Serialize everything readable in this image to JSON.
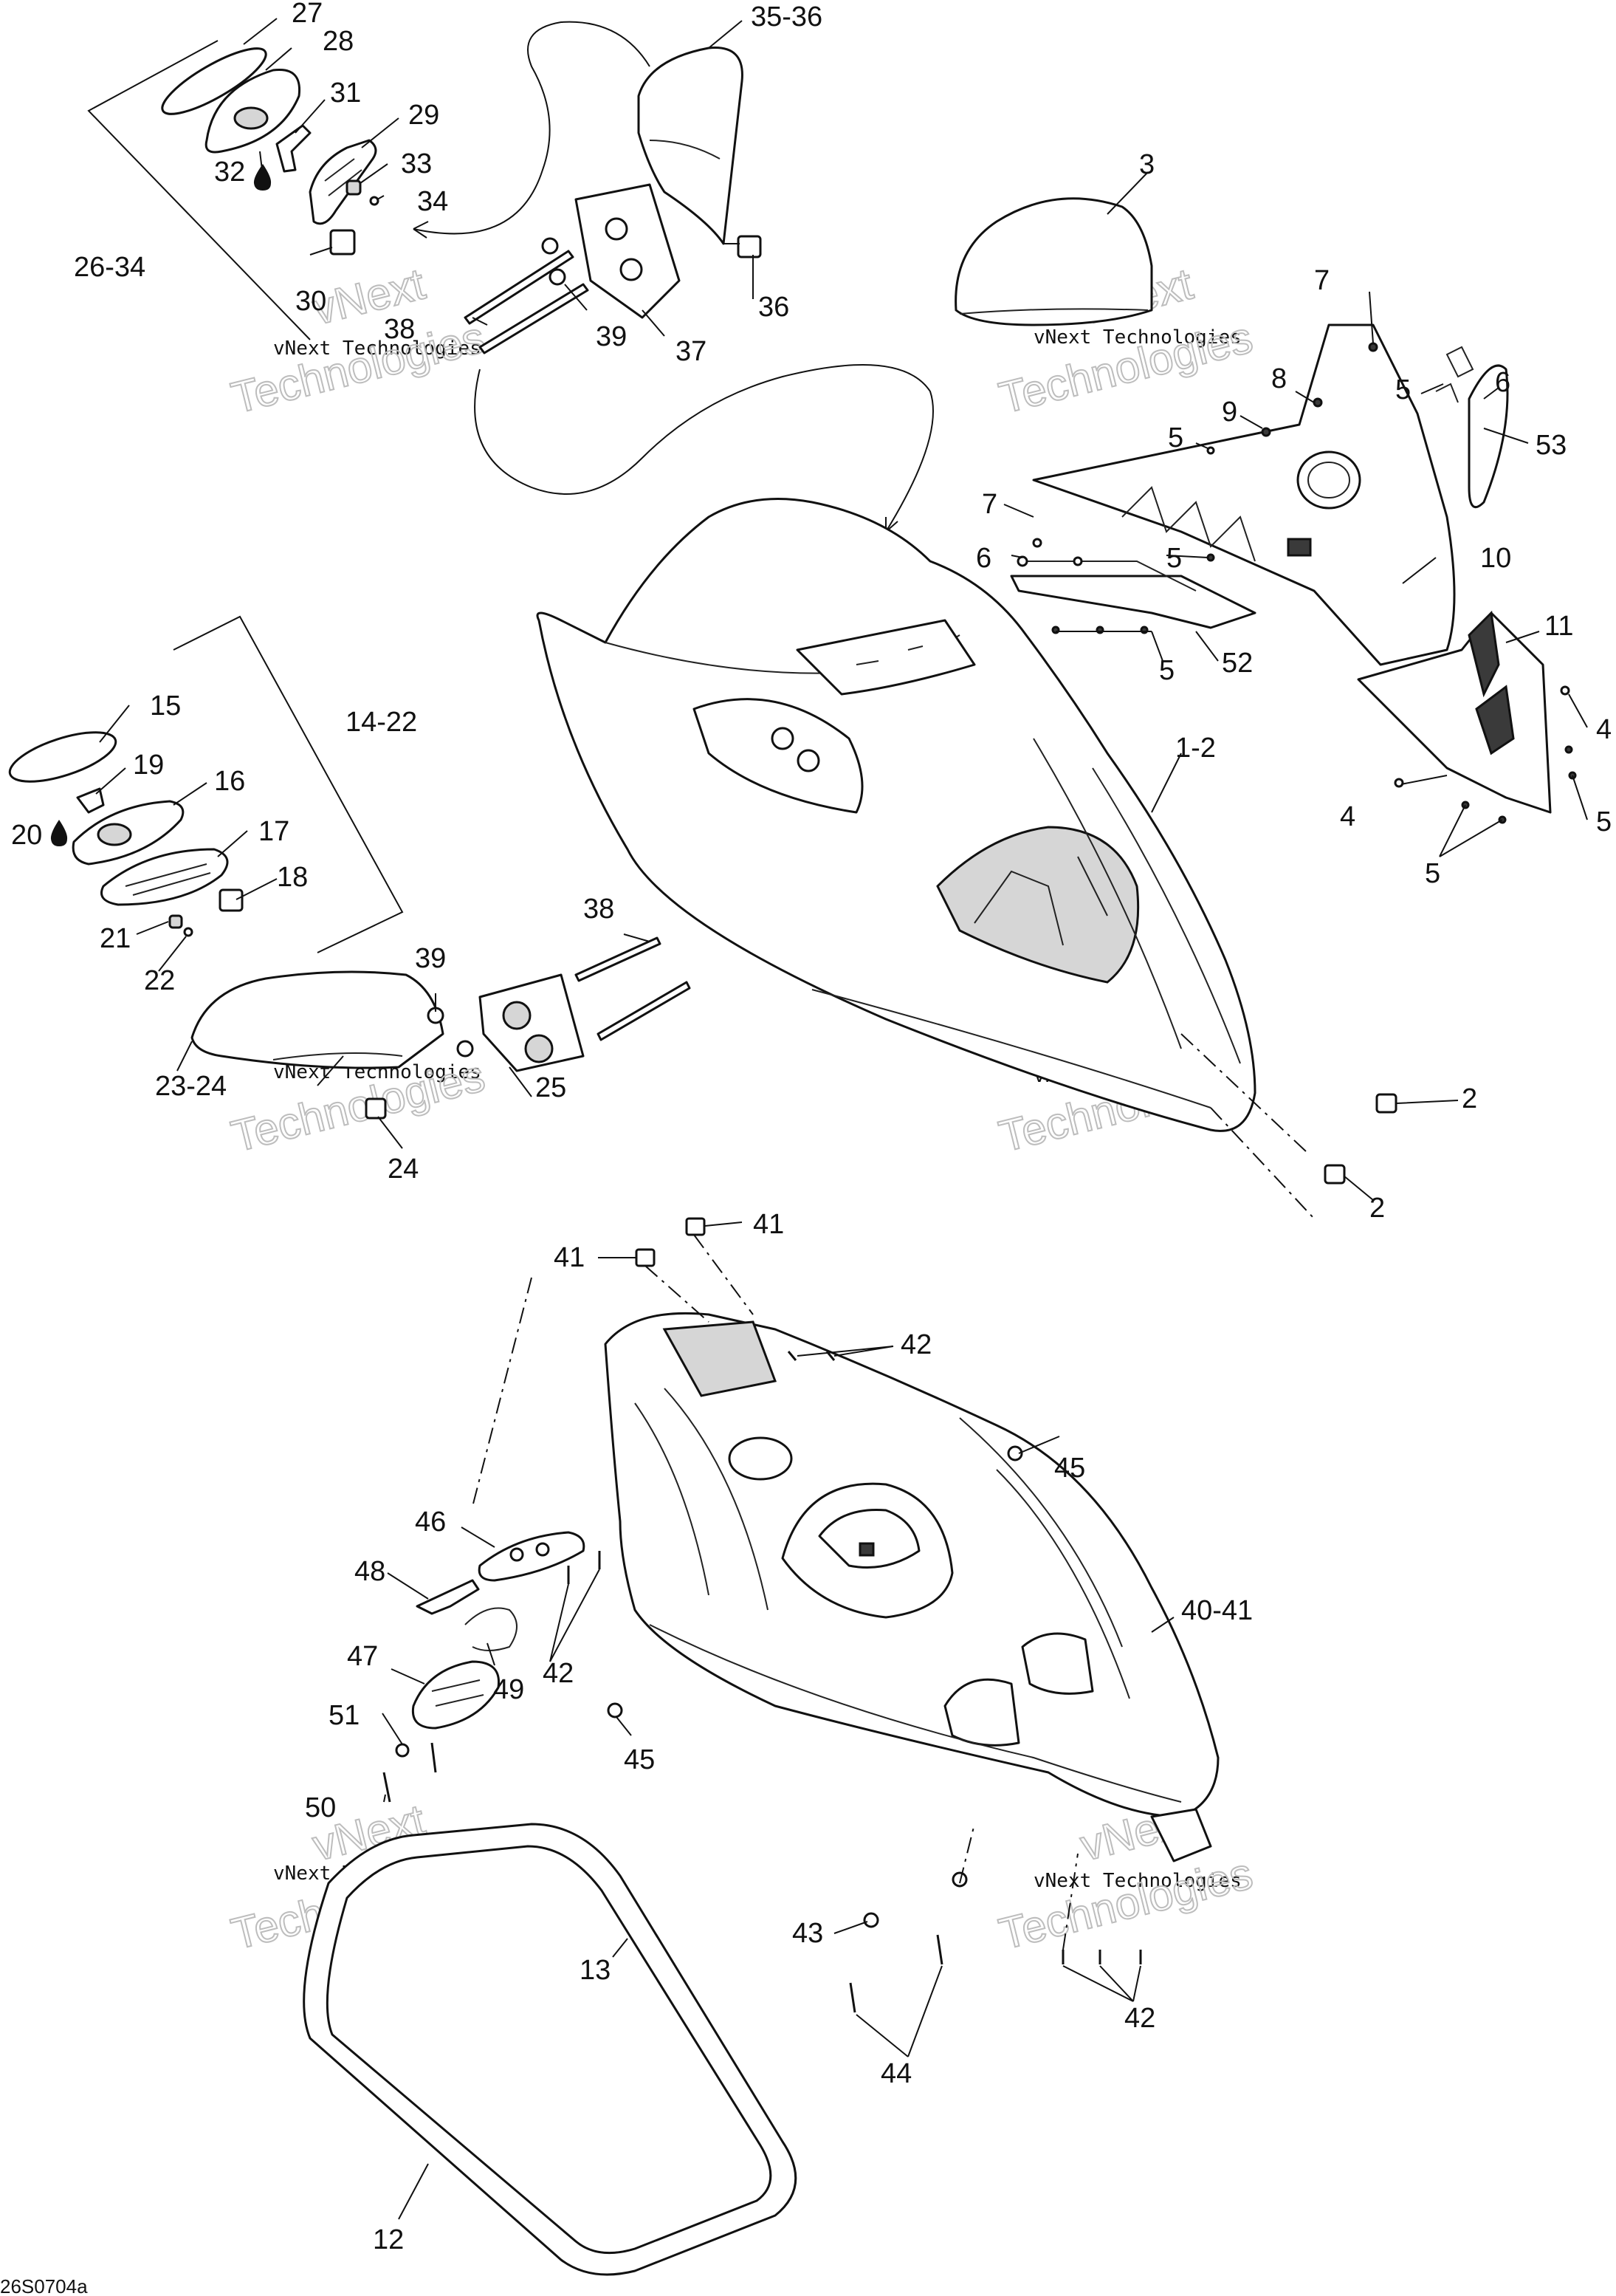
{
  "diagram_code": "26S0704a",
  "watermark": {
    "line1": "vNext Technologies",
    "word_a": "vNext",
    "word_b": "Technologies"
  },
  "callouts": {
    "c27": "27",
    "c28": "28",
    "c31": "31",
    "c29": "29",
    "c32": "32",
    "c33": "33",
    "c34": "34",
    "c26_34": "26-34",
    "c30": "30",
    "c38_top": "38",
    "c39_top": "39",
    "c37": "37",
    "c35_36": "35-36",
    "c36": "36",
    "c3": "3",
    "c7a": "7",
    "c8": "8",
    "c5a": "5",
    "c6a": "6",
    "c9": "9",
    "c5b": "5",
    "c53": "53",
    "c7b": "7",
    "c6b": "6",
    "c5c": "5",
    "c10": "10",
    "c5d": "5",
    "c52": "52",
    "c11": "11",
    "c4a": "4",
    "c4b": "4",
    "c5e": "5",
    "c5f": "5",
    "c15": "15",
    "c14_22": "14-22",
    "c19": "19",
    "c16": "16",
    "c20": "20",
    "c17": "17",
    "c18": "18",
    "c21": "21",
    "c22": "22",
    "c1_2": "1-2",
    "c38_mid": "38",
    "c39_mid": "39",
    "c23_24": "23-24",
    "c25": "25",
    "c24": "24",
    "c2a": "2",
    "c2b": "2",
    "c41a": "41",
    "c41b": "41",
    "c42a": "42",
    "c45a": "45",
    "c46": "46",
    "c48": "48",
    "c40_41": "40-41",
    "c47": "47",
    "c42b": "42",
    "c49": "49",
    "c51": "51",
    "c45b": "45",
    "c50": "50",
    "c43": "43",
    "c42c": "42",
    "c13": "13",
    "c44": "44",
    "c12": "12"
  }
}
